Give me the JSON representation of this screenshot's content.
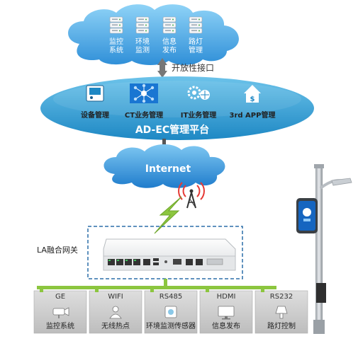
{
  "cloud_services": [
    {
      "line1": "监控",
      "line2": "系统"
    },
    {
      "line1": "环境",
      "line2": "监测"
    },
    {
      "line1": "信息",
      "line2": "发布"
    },
    {
      "line1": "路灯",
      "line2": "管理"
    }
  ],
  "open_interface_label": "开放性接口",
  "platform": {
    "title": "AD-EC管理平台",
    "modules": [
      {
        "label": "设备管理",
        "icon": "device-icon"
      },
      {
        "label": "CT业务管理",
        "icon": "network-icon"
      },
      {
        "label": "IT业务管理",
        "icon": "gears-globe-icon"
      },
      {
        "label": "3rd APP管理",
        "icon": "house-arrows-icon"
      }
    ]
  },
  "internet_label": "Internet",
  "gateway_label": "LA融合网关",
  "interfaces": [
    {
      "port": "GE",
      "label": "监控系统",
      "icon": "camera-icon"
    },
    {
      "port": "WIFI",
      "label": "无线热点",
      "icon": "wifi-user-icon"
    },
    {
      "port": "RS485",
      "label": "环境监测传感器",
      "icon": "sensor-icon"
    },
    {
      "port": "HDMI",
      "label": "信息发布",
      "icon": "monitor-icon"
    },
    {
      "port": "RS232",
      "label": "路灯控制",
      "icon": "lamp-icon"
    }
  ],
  "colors": {
    "cloud": "#3da0df",
    "platform": "#2a9ed4",
    "bus": "#8cc63f",
    "tile": "#c8c8c8",
    "gateway_border": "#2c6fa8"
  }
}
